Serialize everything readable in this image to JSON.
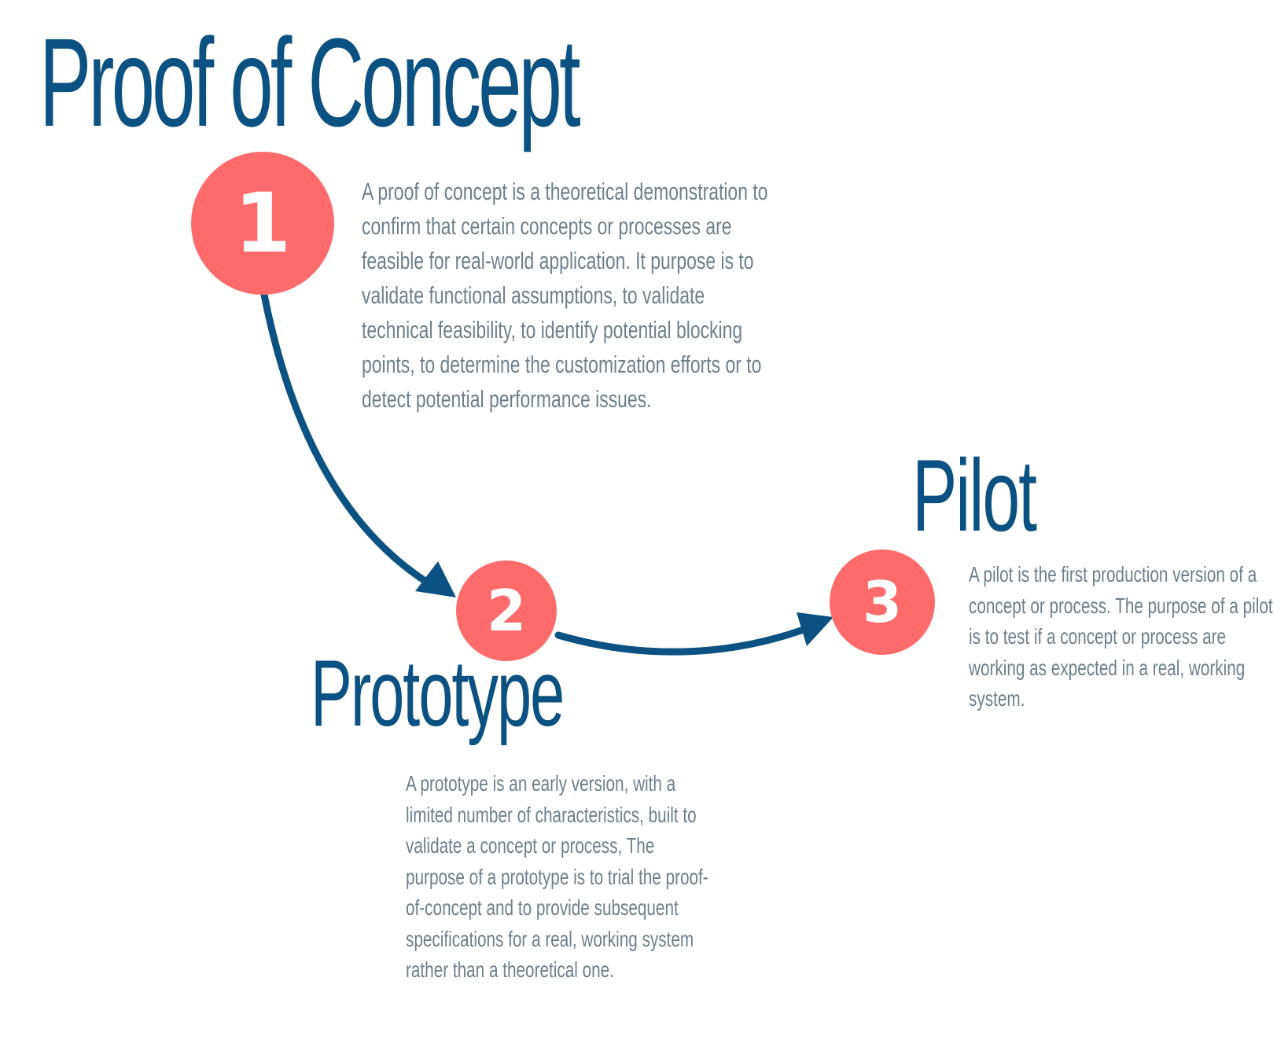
{
  "title": "Proof of Concept",
  "stages": [
    {
      "number": "1",
      "title": "Proof of Concept",
      "description": "A proof of concept is a theoretical demonstration to confirm that certain concepts or processes are feasible for real-world application. It purpose is to validate functional assumptions, to validate technical feasibility, to identify potential blocking points, to determine the customization efforts or to detect potential performance issues."
    },
    {
      "number": "2",
      "title": "Prototype",
      "description": "A prototype is an early version, with a limited number of characteristics, built to validate a concept or process, The purpose of a prototype is to trial the proof-of-concept and to provide subsequent specifications for a real, working system rather than a theoretical one."
    },
    {
      "number": "3",
      "title": "Pilot",
      "description": "A pilot is the first production version of a concept or process. The purpose of a pilot  is to test if a concept or process are working as expected in a real, working system."
    }
  ],
  "colors": {
    "heading": "#0b5283",
    "arrow": "#0b5283",
    "badge": "#ff6b6b",
    "badge_text": "#ffffff",
    "body_text": "#6e7f8b",
    "background": "#ffffff"
  }
}
